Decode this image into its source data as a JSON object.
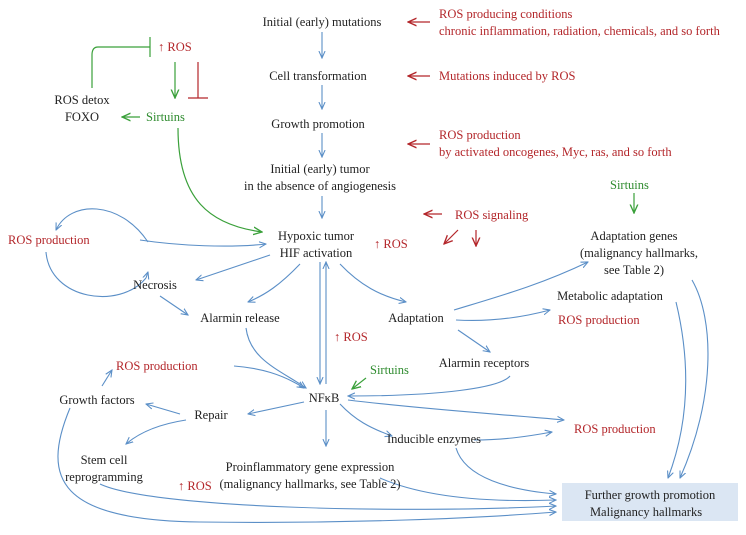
{
  "nodes": {
    "initial_mutations": "Initial (early) mutations",
    "cell_transformation": "Cell transformation",
    "growth_promotion": "Growth promotion",
    "initial_tumor_1": "Initial (early) tumor",
    "initial_tumor_2": "in the absence of angiogenesis",
    "hypoxic_1": "Hypoxic tumor",
    "hypoxic_2": "HIF activation",
    "necrosis": "Necrosis",
    "alarmin_release": "Alarmin release",
    "adaptation": "Adaptation",
    "alarmin_receptors": "Alarmin receptors",
    "nfkb": "NFκB",
    "repair": "Repair",
    "growth_factors": "Growth factors",
    "stem_1": "Stem cell",
    "stem_2": "reprogramming",
    "inducible_enzymes": "Inducible enzymes",
    "proinflam_1": "Proinflammatory gene expression",
    "proinflam_2": "(malignancy hallmarks, see Table 2)",
    "adaptation_genes_1": "Adaptation genes",
    "adaptation_genes_2": "(malignancy hallmarks,",
    "adaptation_genes_3": "see Table 2)",
    "metabolic_adaptation": "Metabolic adaptation",
    "ros_detox_1": "ROS detox",
    "ros_detox_2": "FOXO",
    "further_1": "Further growth promotion",
    "further_2": "Malignancy hallmarks"
  },
  "annotations": {
    "ros_conditions_1": "ROS producing conditions",
    "ros_conditions_2": "chronic inflammation, radiation, chemicals, and so forth",
    "mutations_by_ros": "Mutations induced by ROS",
    "ros_oncogenes_1": "ROS production",
    "ros_oncogenes_2": "by activated oncogenes, Myc, ras, and so forth",
    "ros_signaling": "ROS signaling",
    "ros_up_hypoxic": "↑ ROS",
    "ros_up_top": "↑ ROS",
    "ros_up_middle": "↑ ROS",
    "ros_up_bottom": "↑ ROS",
    "ros_production_left": "ROS production",
    "ros_production_gf": "ROS production",
    "ros_production_metabolic": "ROS production",
    "ros_production_enzymes": "ROS production",
    "sirtuins_top": "Sirtuins",
    "sirtuins_right": "Sirtuins",
    "sirtuins_middle": "Sirtuins"
  },
  "colors": {
    "text": "#222222",
    "ros_red": "#b3262a",
    "sirtuin_green": "#2e8b2e",
    "arrow_blue": "#5b8fc7",
    "box_fill": "#dbe6f3"
  }
}
